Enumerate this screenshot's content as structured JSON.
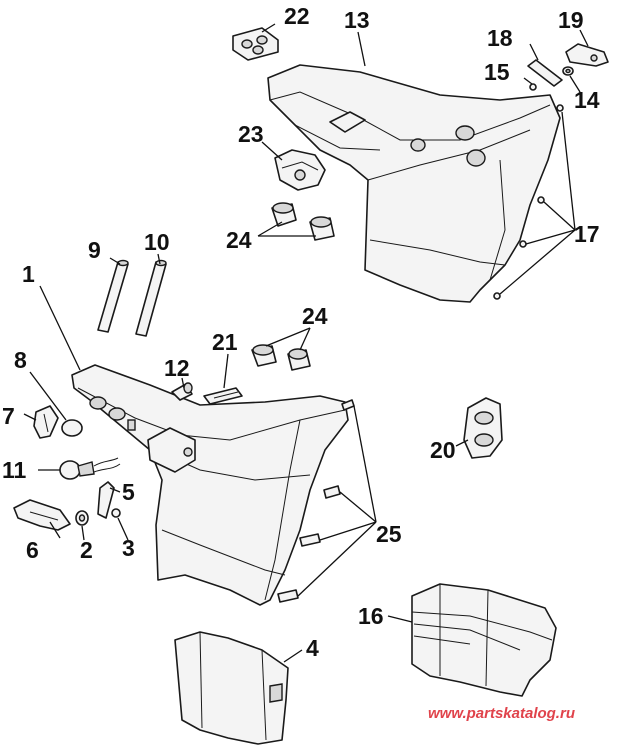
{
  "diagram": {
    "callouts": {
      "c1": "1",
      "c2": "2",
      "c3": "3",
      "c4": "4",
      "c5": "5",
      "c6": "6",
      "c7": "7",
      "c8": "8",
      "c9": "9",
      "c10": "10",
      "c11": "11",
      "c12": "12",
      "c13": "13",
      "c14": "14",
      "c15": "15",
      "c16": "16",
      "c17": "17",
      "c18": "18",
      "c19": "19",
      "c20": "20",
      "c21": "21",
      "c22": "22",
      "c23": "23",
      "c24a": "24",
      "c24b": "24",
      "c25": "25"
    },
    "watermark": "www.partskatalog.ru"
  }
}
